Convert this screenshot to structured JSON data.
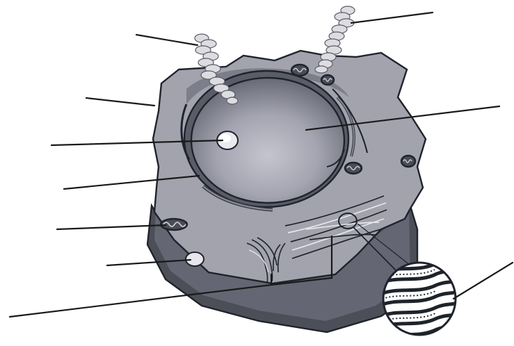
{
  "diagram": {
    "type": "unlabeled animal cell diagram",
    "colors": {
      "cytoplasm": "#a2a3ad",
      "cell_side": "#5f6170",
      "cell_bottom": "#44464f",
      "nucleus_light": "#b9bac4",
      "nucleus_dark": "#6b6d79",
      "outline": "#1f232b",
      "chromatin": "#d8d8dc",
      "leader_line": "#1a1a1a"
    },
    "labels": [],
    "parts": [
      {
        "id": "chromatin-fiber-left",
        "icon": "dna-coil-icon"
      },
      {
        "id": "chromatin-fiber-right",
        "icon": "dna-coil-icon"
      },
      {
        "id": "cell-membrane"
      },
      {
        "id": "nucleolus"
      },
      {
        "id": "nuclear-envelope"
      },
      {
        "id": "nucleus"
      },
      {
        "id": "mitochondrion",
        "icon": "mitochondrion-icon"
      },
      {
        "id": "vacuole"
      },
      {
        "id": "golgi-apparatus"
      },
      {
        "id": "endoplasmic-reticulum"
      },
      {
        "id": "cytoskeleton-magnified",
        "icon": "magnifier-icon"
      }
    ]
  }
}
